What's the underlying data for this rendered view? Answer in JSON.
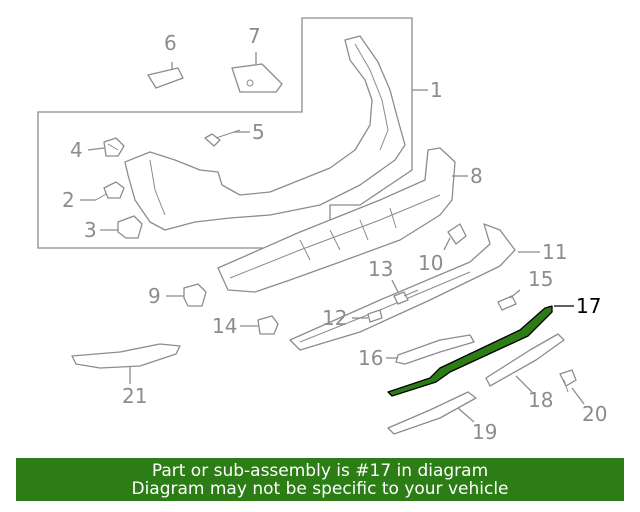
{
  "diagram": {
    "highlight_color": "#2d7d16",
    "label_color": "#8c8c8c",
    "labels": [
      {
        "id": "1",
        "text": "1"
      },
      {
        "id": "2",
        "text": "2"
      },
      {
        "id": "3",
        "text": "3"
      },
      {
        "id": "4",
        "text": "4"
      },
      {
        "id": "5",
        "text": "5"
      },
      {
        "id": "6",
        "text": "6"
      },
      {
        "id": "7",
        "text": "7"
      },
      {
        "id": "8",
        "text": "8"
      },
      {
        "id": "9",
        "text": "9"
      },
      {
        "id": "10",
        "text": "10"
      },
      {
        "id": "11",
        "text": "11"
      },
      {
        "id": "12",
        "text": "12"
      },
      {
        "id": "13",
        "text": "13"
      },
      {
        "id": "14",
        "text": "14"
      },
      {
        "id": "15",
        "text": "15"
      },
      {
        "id": "16",
        "text": "16"
      },
      {
        "id": "17",
        "text": "17",
        "highlighted": true
      },
      {
        "id": "18",
        "text": "18"
      },
      {
        "id": "19",
        "text": "19"
      },
      {
        "id": "20",
        "text": "20"
      },
      {
        "id": "21",
        "text": "21"
      }
    ]
  },
  "banner": {
    "line1": "Part or sub-assembly is #17 in diagram",
    "line2": "Diagram may not be specific to your vehicle",
    "background": "#2d7d16"
  }
}
